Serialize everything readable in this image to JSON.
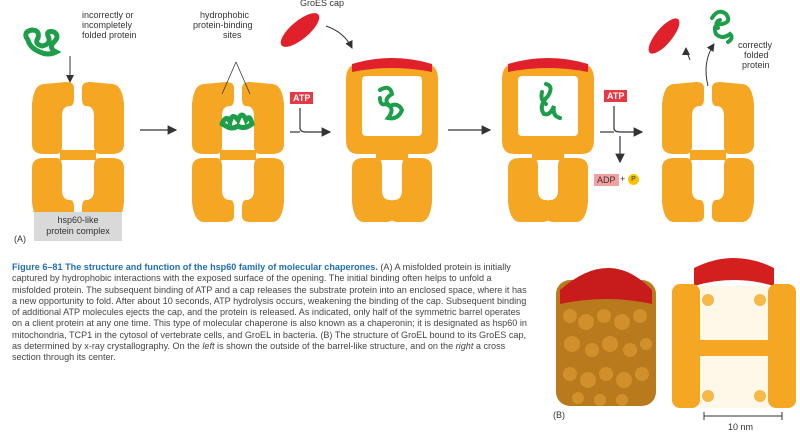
{
  "labels": {
    "top_cap": "GroES cap",
    "misfolded_line1": "incorrectly or",
    "misfolded_line2": "incompletely",
    "misfolded_line3": "folded protein",
    "hydro_line1": "hydrophobic",
    "hydro_line2": "protein-binding",
    "hydro_line3": "sites",
    "correct_line1": "correctly",
    "correct_line2": "folded",
    "correct_line3": "protein",
    "atp1": "ATP",
    "atp2": "ATP",
    "adp": "ADP",
    "plus": "+",
    "pi": "P",
    "complex_line1": "hsp60-like",
    "complex_line2": "protein complex",
    "panel_a": "(A)",
    "panel_b": "(B)",
    "scale": "10 nm"
  },
  "caption": {
    "fig": "Figure 6–81",
    "head": "The structure and function of the hsp60 family of molecular chaperones.",
    "p1": " (A) A misfolded protein is initially captured by hydrophobic interactions with the exposed surface of the opening. The initial binding often helps to unfold a misfolded protein. The subsequent binding of ATP and a cap releases the substrate protein into an enclosed space, where it has a new opportunity to fold. After about 10 seconds, ATP hydrolysis occurs, weakening the binding of the cap. Subsequent binding of additional ATP molecules ejects the cap, and the protein is released. As indicated, only half of the symmetric barrel operates on a client protein at any one time. This type of molecular chaperone is also known as a chaperonin; it is designated as hsp60 in mitochondria, TCP1 in the cytosol of vertebrate cells, and GroEL in bacteria. (B) The structure of GroEL bound to its GroES cap, as determined by x-ray crystallography. On the ",
    "left": "left",
    "p2": " is shown the outside of the barrel-like structure, and on the ",
    "right": "right",
    "p3": " a cross section through its center."
  },
  "colors": {
    "barrel": "#f5a623",
    "protein": "#1e9e4a",
    "cap": "#e0202b",
    "atp": "#e63946"
  }
}
